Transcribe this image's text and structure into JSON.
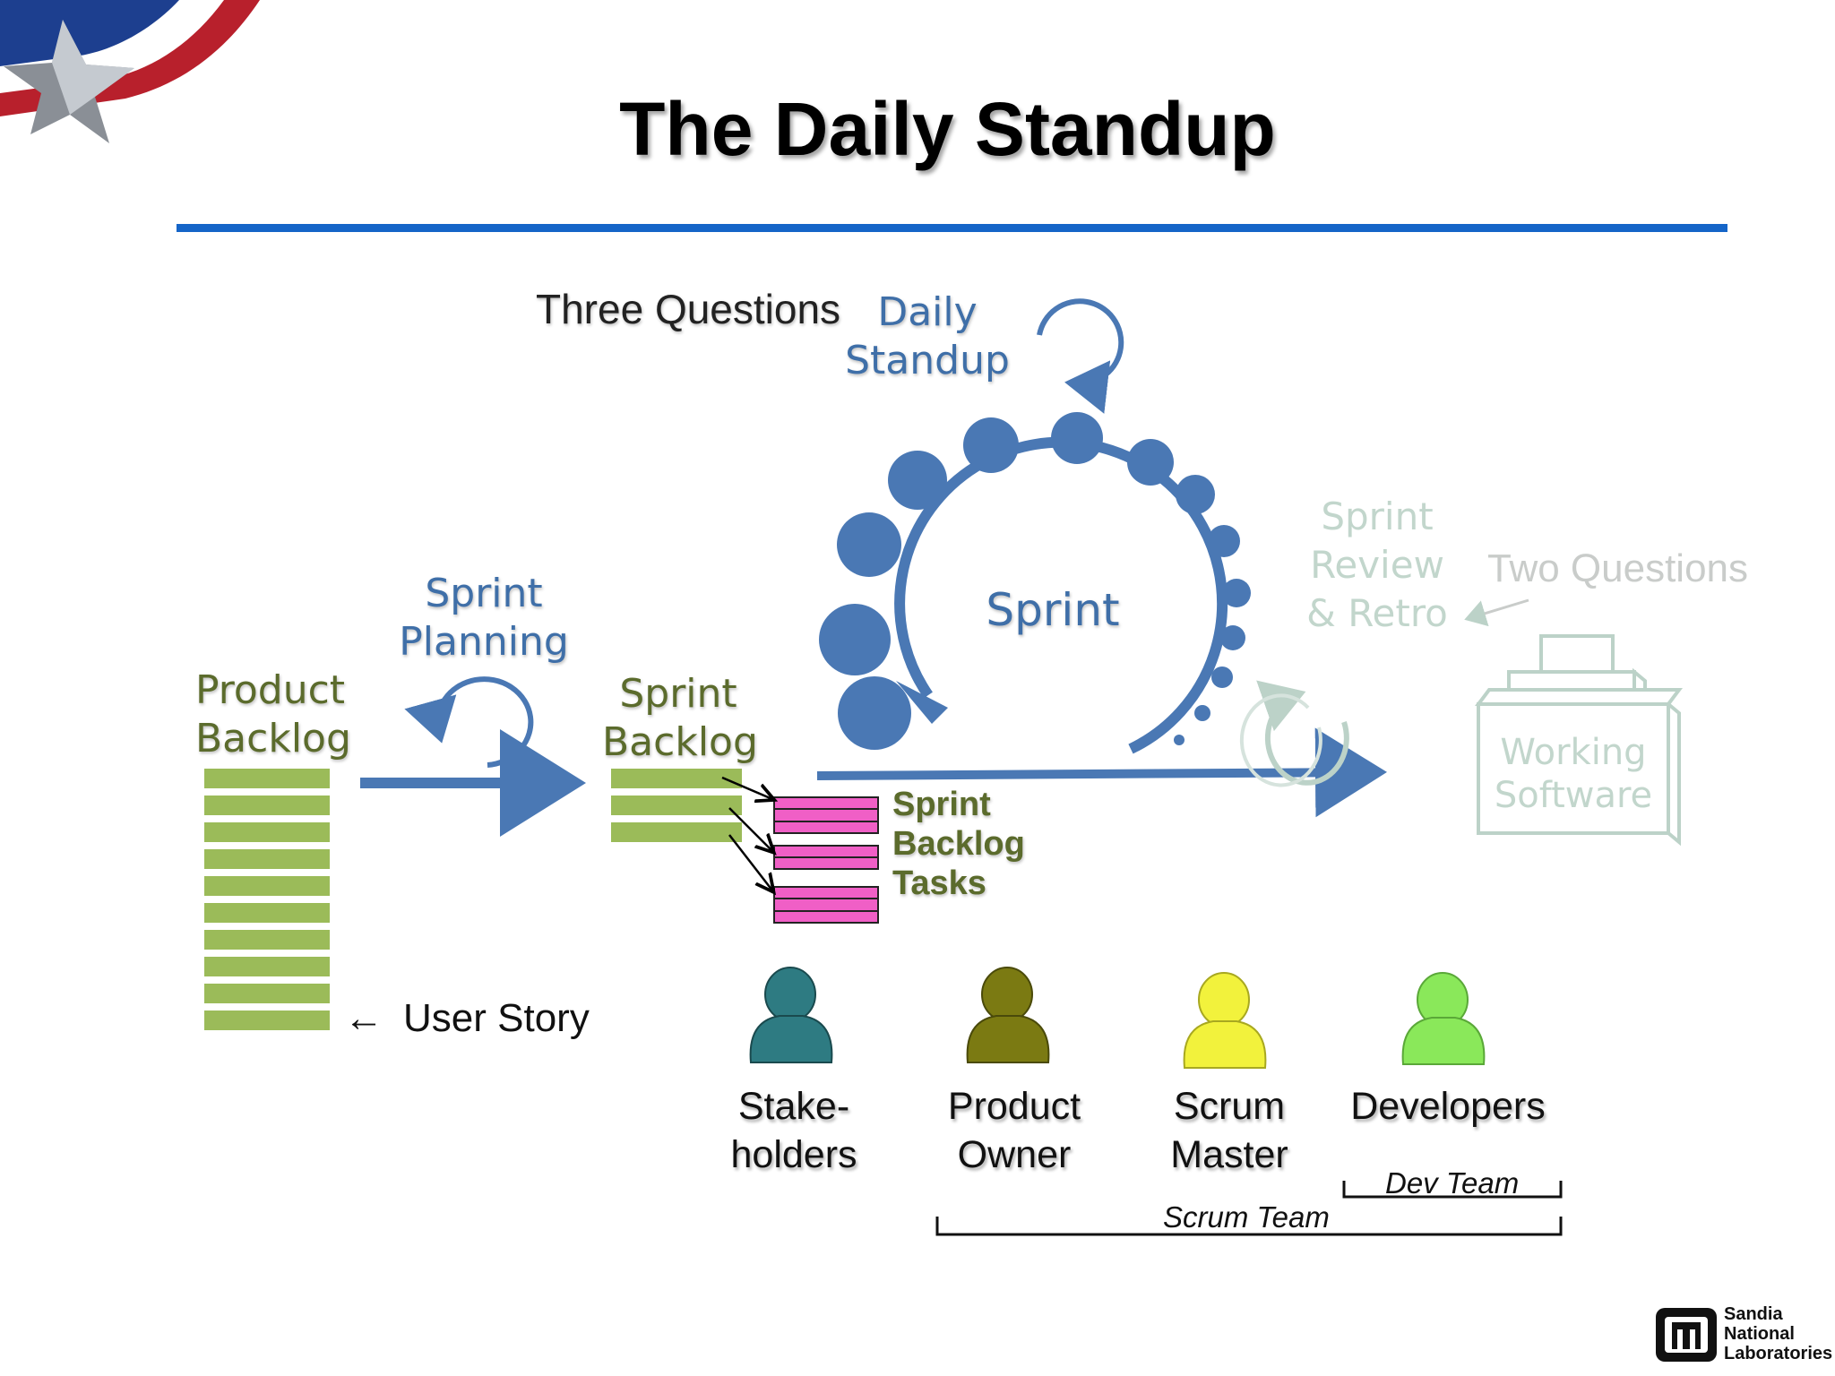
{
  "slide": {
    "title": "The Daily Standup"
  },
  "diagram": {
    "three_questions": "Three Questions",
    "daily_standup_line1": "Daily",
    "daily_standup_line2": "Standup",
    "sprint_planning_line1": "Sprint",
    "sprint_planning_line2": "Planning",
    "product_backlog_line1": "Product",
    "product_backlog_line2": "Backlog",
    "sprint_backlog_line1": "Sprint",
    "sprint_backlog_line2": "Backlog",
    "tasks_line1": "Sprint",
    "tasks_line2": "Backlog",
    "tasks_line3": "Tasks",
    "sprint": "Sprint",
    "review_line1": "Sprint",
    "review_line2": "Review",
    "review_line3": "& Retro",
    "two_questions": "Two Questions",
    "working_line1": "Working",
    "working_line2": "Software",
    "user_story": "User Story",
    "user_story_arrow": "←"
  },
  "roles": {
    "stakeholders_line1": "Stake-",
    "stakeholders_line2": "holders",
    "product_owner_line1": "Product",
    "product_owner_line2": "Owner",
    "scrum_master_line1": "Scrum",
    "scrum_master_line2": "Master",
    "developers": "Developers",
    "dev_team": "Dev Team",
    "scrum_team": "Scrum Team"
  },
  "logo": {
    "line1": "Sandia",
    "line2": "National",
    "line3": "Laboratories"
  },
  "colors": {
    "rule": "#1565c8",
    "sprint_blue": "#4a78b4",
    "backlog_green": "#9bbb59",
    "task_pink": "#f05fc6",
    "stakeholder": "#2e7b82",
    "product_owner": "#7b7a12",
    "scrum_master": "#f2f23c",
    "developer": "#8ae85a"
  }
}
